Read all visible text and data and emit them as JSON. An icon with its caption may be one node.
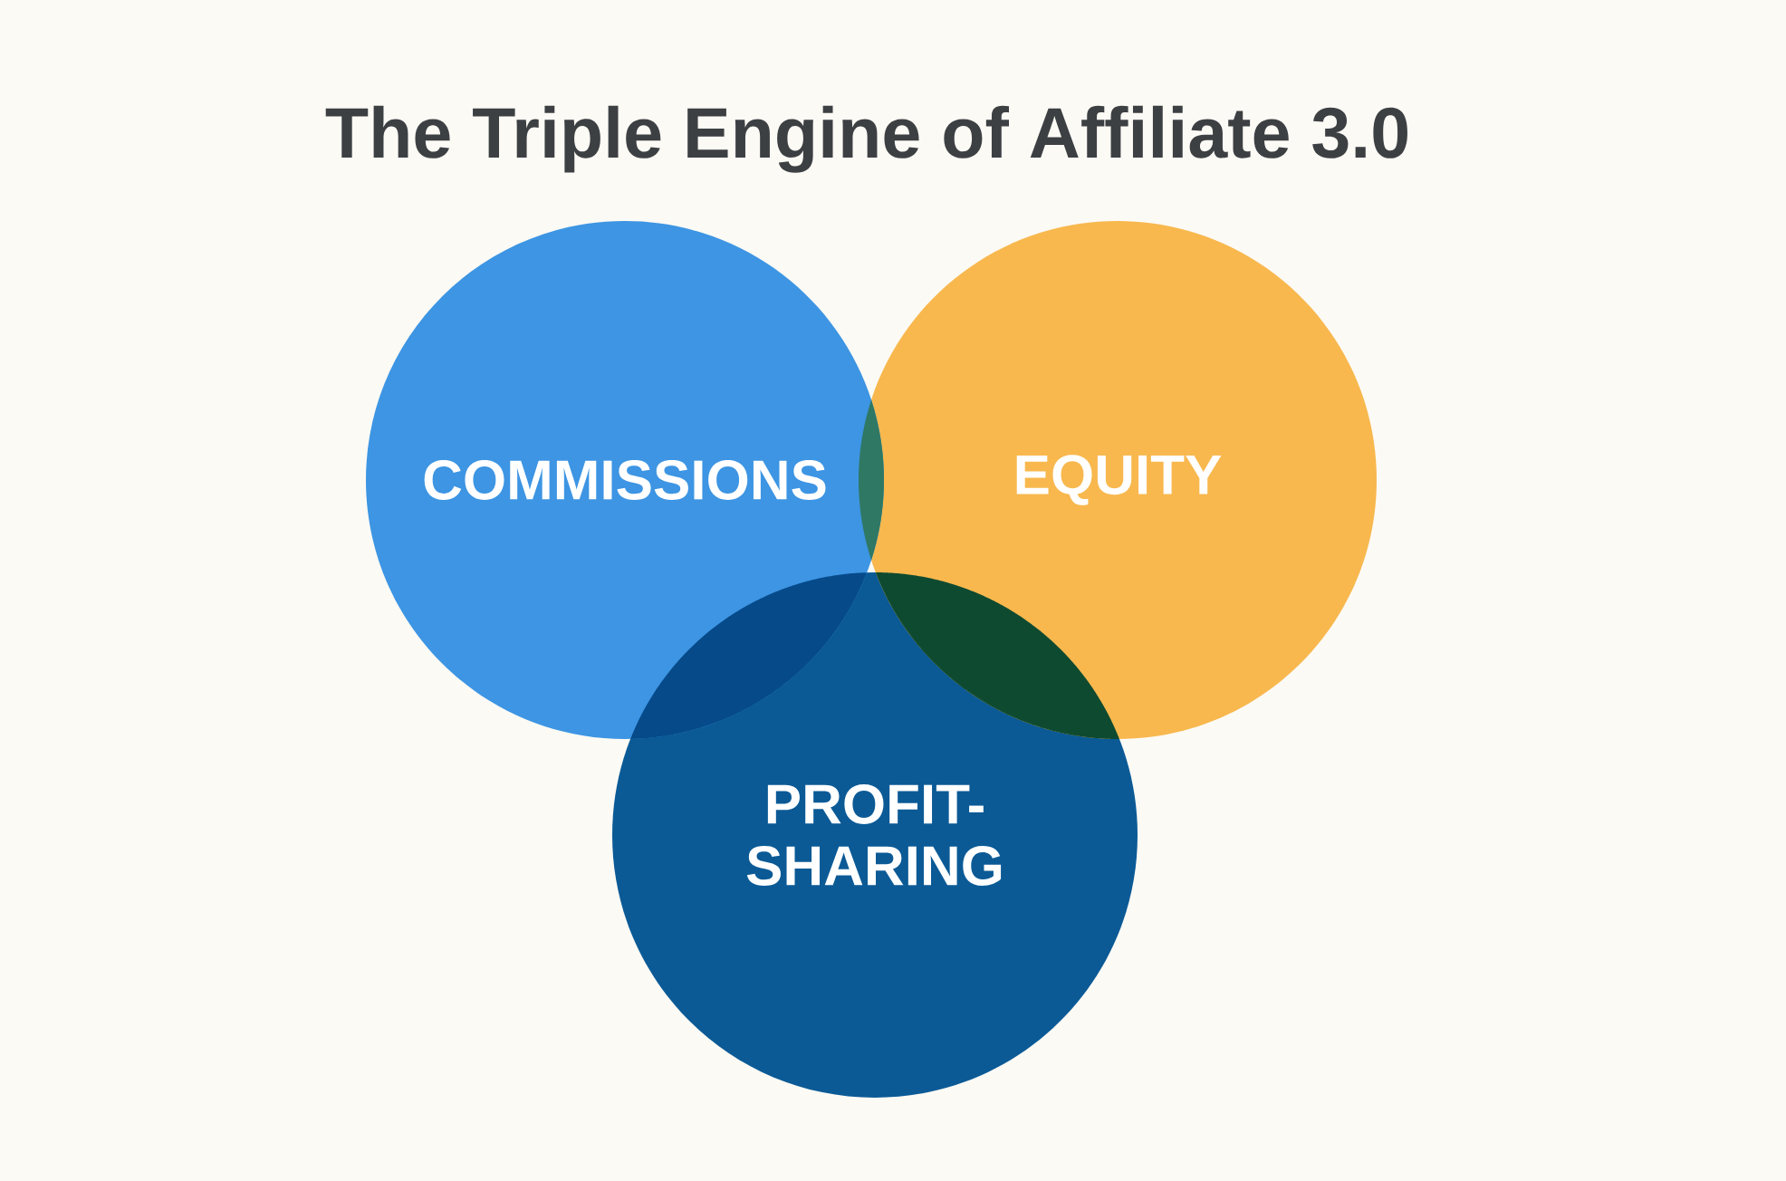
{
  "diagram": {
    "title": "The Triple Engine of Affiliate 3.0",
    "nodes": [
      {
        "text": [
          "COMMISSIONS"
        ]
      },
      {
        "text": [
          "EQUITY"
        ]
      },
      {
        "text": [
          "PROFIT-SHARING"
        ]
      }
    ]
  }
}
